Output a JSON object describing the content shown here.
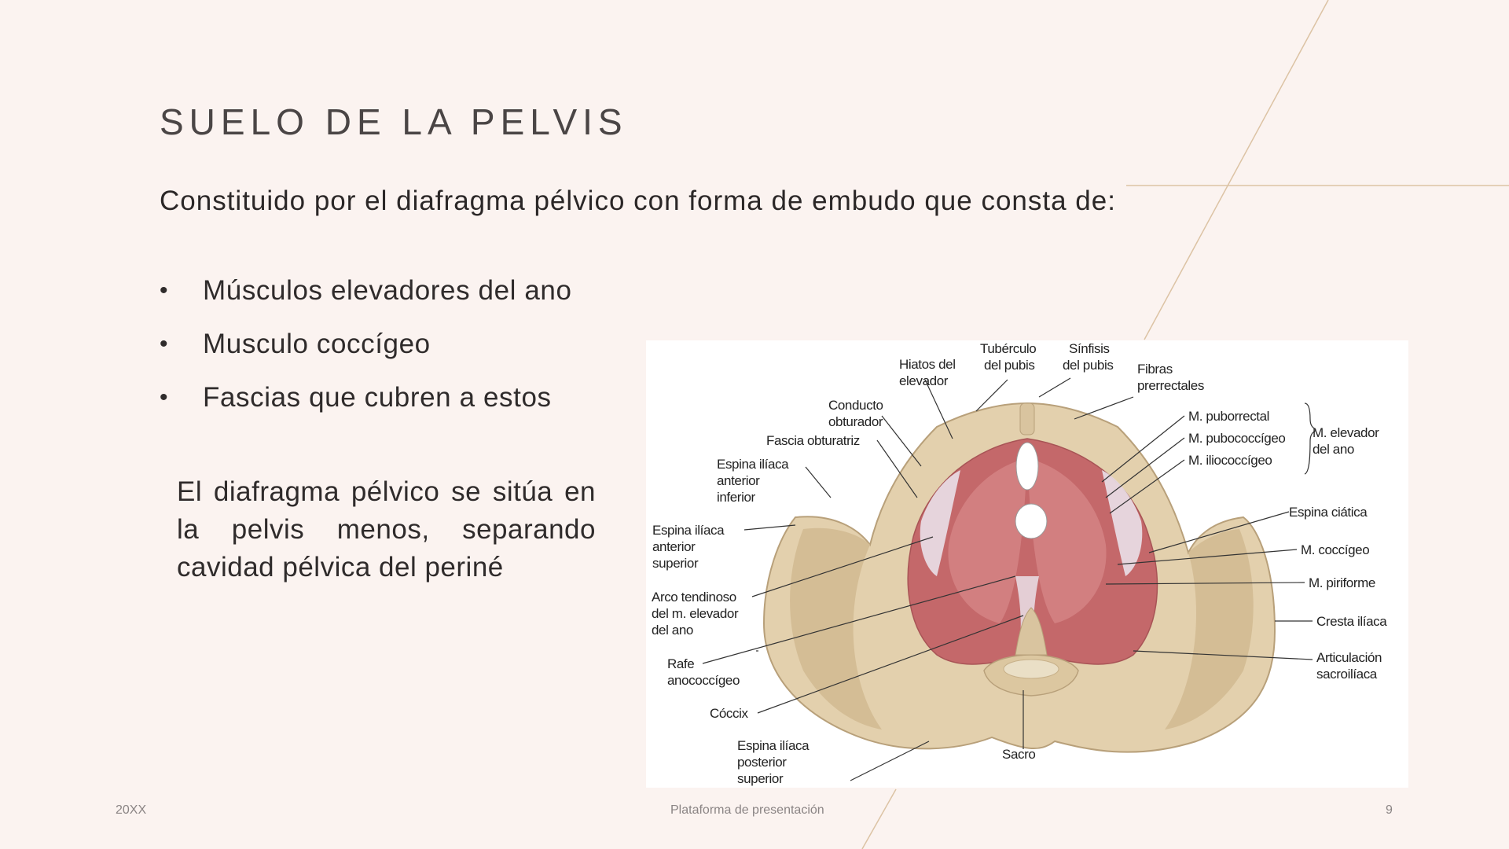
{
  "slide": {
    "title": "SUELO DE LA PELVIS",
    "intro": "Constituido por el diafragma pélvico con forma de embudo que consta de:",
    "bullets": [
      "Músculos elevadores del ano",
      "Musculo coccígeo",
      "Fascias que cubren a estos"
    ],
    "bullet_symbol": "•",
    "side_text": "El diafragma pélvico se sitúa en la pelvis menos, separando cavidad pélvica del periné"
  },
  "figure": {
    "labels": {
      "hiatos_del_elevador": [
        "Hiatos del",
        "elevador"
      ],
      "tuberculo_del_pubis": [
        "Tubérculo",
        "del pubis"
      ],
      "sinfisis_del_pubis": [
        "Sínfisis",
        "del pubis"
      ],
      "fibras_prerrectales": [
        "Fibras",
        "prerrectales"
      ],
      "conducto_obturador": [
        "Conducto",
        "obturador"
      ],
      "fascia_obturatriz": [
        "Fascia obturatriz"
      ],
      "espina_iliaca_anterior_inferior": [
        "Espina ilíaca",
        "anterior",
        "inferior"
      ],
      "espina_iliaca_anterior_superior": [
        "Espina ilíaca",
        "anterior",
        "superior"
      ],
      "arco_tendinoso": [
        "Arco tendinoso",
        "del m. elevador",
        "del ano"
      ],
      "rafe_anococcigeo": [
        "Rafe",
        "anococcígeo"
      ],
      "coccix": [
        "Cóccix"
      ],
      "espina_iliaca_posterior_superior": [
        "Espina ilíaca",
        "posterior",
        "superior"
      ],
      "sacro": [
        "Sacro"
      ],
      "m_puborrectal": [
        "M. puborrectal"
      ],
      "m_pubococcigeo": [
        "M. pubococcígeo"
      ],
      "m_iliococcigeo": [
        "M. iliococcígeo"
      ],
      "m_elevador_del_ano": [
        "M. elevador",
        "del ano"
      ],
      "espina_ciatica": [
        "Espina ciática"
      ],
      "m_coccigeo": [
        "M. coccígeo"
      ],
      "m_piriforme": [
        "M. piriforme"
      ],
      "cresta_iliaca": [
        "Cresta ilíaca"
      ],
      "articulacion_sacroiliaca": [
        "Articulación",
        "sacroilíaca"
      ]
    },
    "colors": {
      "bone": "#e3d0ad",
      "bone_shade": "#c9b28a",
      "muscle": "#c4686a",
      "muscle_light": "#d8898a",
      "fascia": "#e9e4ee"
    }
  },
  "footer": {
    "left": "20XX",
    "center": "Plataforma de presentación",
    "right": "9"
  },
  "colors": {
    "background": "#fbf3f0",
    "accent_line": "#dcc3a4"
  }
}
